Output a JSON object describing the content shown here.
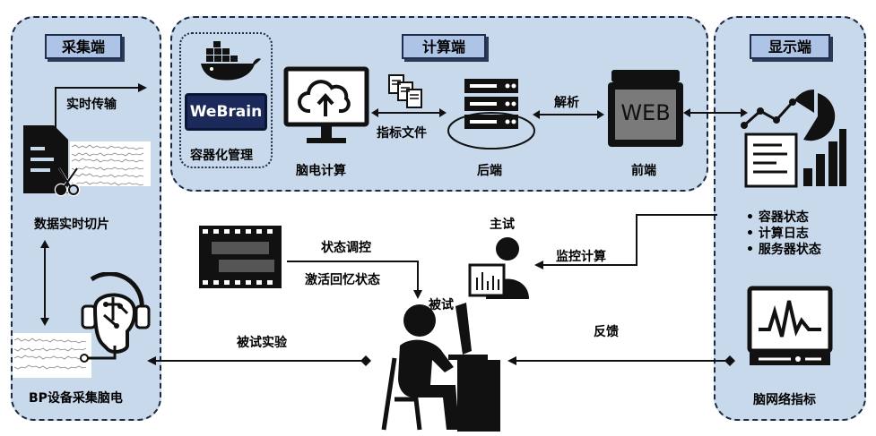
{
  "sections": {
    "collect": "采集端",
    "compute": "计算端",
    "display": "显示端"
  },
  "collect": {
    "realtime_transfer": "实时传输",
    "data_slicing": "数据实时切片",
    "bp_device": "BP设备采集脑电"
  },
  "compute": {
    "container_mgmt": "容器化管理",
    "webrain_logo": "WeBrain",
    "eeg_compute": "脑电计算",
    "instruction_file": "指标文件",
    "backend": "后端",
    "parse": "解析",
    "frontend": "前端",
    "web_label": "WEB"
  },
  "display": {
    "status_list": [
      "容器状态",
      "计算日志",
      "服务器状态"
    ],
    "network_metrics": "脑网络指标"
  },
  "middle": {
    "state_control": "状态调控",
    "activate_recall": "激活回忆状态",
    "operator": "主试",
    "monitor_compute": "监控计算",
    "subject": "被试",
    "subject_experiment": "被试实验",
    "feedback": "反馈"
  }
}
